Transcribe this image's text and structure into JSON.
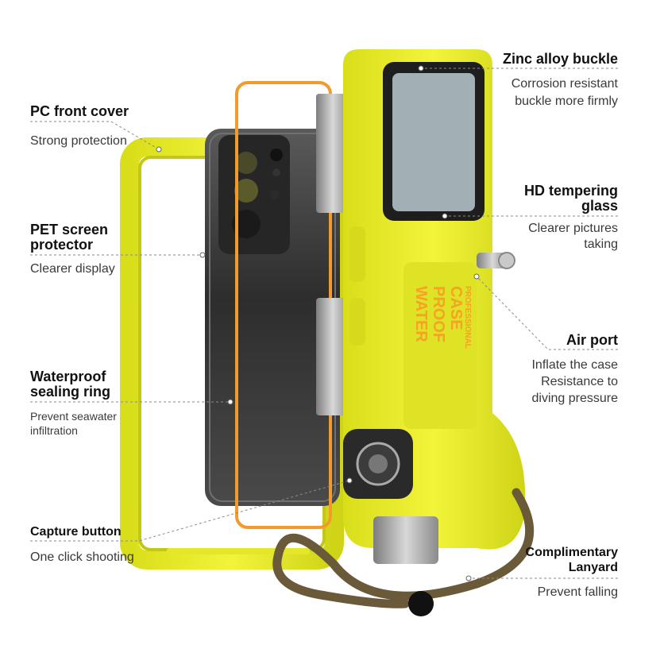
{
  "colors": {
    "case_yellow": "#e8ec2a",
    "case_dark_yellow": "#b9be14",
    "orange_ring": "#f39a2b",
    "lanyard": "#6b5a3a",
    "phone_dark": "#3b3b3b"
  },
  "callouts": {
    "pc_front_cover": {
      "title": "PC front cover",
      "desc": "Strong protection"
    },
    "pet_screen_protector": {
      "title_line1": "PET screen",
      "title_line2": "protector",
      "desc": "Clearer display"
    },
    "waterproof_sealing_ring": {
      "title_line1": "Waterproof",
      "title_line2": "sealing ring",
      "desc_line1": "Prevent seawater",
      "desc_line2": "infiltration"
    },
    "capture_button": {
      "title": "Capture button",
      "desc": "One click shooting"
    },
    "zinc_alloy_buckle": {
      "title": "Zinc alloy buckle",
      "desc_line1": "Corrosion resistant",
      "desc_line2": "buckle more firmly"
    },
    "hd_tempering_glass": {
      "title_line1": "HD tempering",
      "title_line2": "glass",
      "desc_line1": "Clearer pictures",
      "desc_line2": "taking"
    },
    "air_port": {
      "title": "Air port",
      "desc_line1": "Inflate the case",
      "desc_line2": "Resistance to",
      "desc_line3": "diving pressure"
    },
    "lanyard": {
      "title_line1": "Complimentary",
      "title_line2": "Lanyard",
      "desc": "Prevent falling"
    }
  },
  "product": {
    "back_print_line1": "WATER",
    "back_print_line2": "PROOF",
    "back_print_line3": "CASE",
    "back_print_line4": "PROFESSIONAL"
  }
}
